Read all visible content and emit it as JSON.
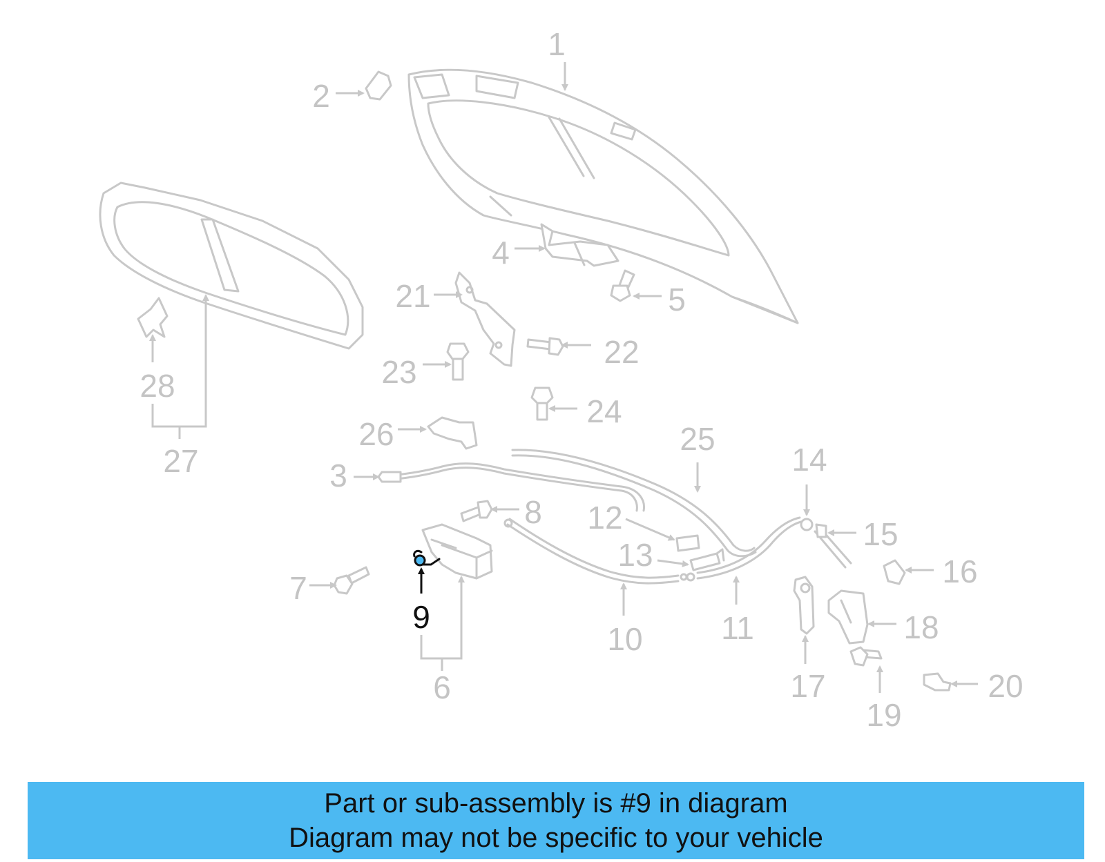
{
  "diagram": {
    "callouts": [
      "1",
      "2",
      "3",
      "4",
      "5",
      "6",
      "7",
      "8",
      "9",
      "10",
      "11",
      "12",
      "13",
      "14",
      "15",
      "16",
      "17",
      "18",
      "19",
      "20",
      "21",
      "22",
      "23",
      "24",
      "25",
      "26",
      "27",
      "28"
    ],
    "highlighted_callout": "9",
    "colors": {
      "inactive": "#c4c4c4",
      "active": "#111111",
      "highlight": "#4cb9f2"
    }
  },
  "banner": {
    "line1": "Part or sub-assembly is #9 in diagram",
    "line2": "Diagram may not be specific to your vehicle"
  }
}
